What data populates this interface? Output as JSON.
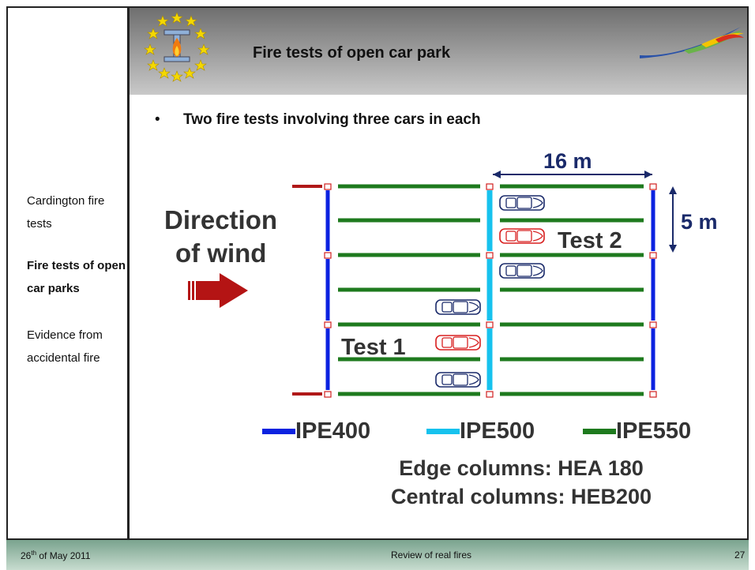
{
  "header": {
    "title": "Fire tests of open car park"
  },
  "sidebar": {
    "items": [
      {
        "label_1": "Cardington fire",
        "label_2": "tests"
      },
      {
        "label_1": "Fire tests of open",
        "label_2": "car parks"
      },
      {
        "label_1": "Evidence from",
        "label_2": "accidental fire"
      }
    ]
  },
  "content": {
    "bullet": "Two fire tests involving three cars in each",
    "wind_1": "Direction",
    "wind_2": "of wind",
    "dim_width": "16 m",
    "dim_height": "5 m",
    "test1": "Test 1",
    "test2": "Test 2"
  },
  "legend": [
    {
      "label": "IPE400",
      "color": "#0b22e0"
    },
    {
      "label": "IPE500",
      "color": "#16c2ee"
    },
    {
      "label": "IPE550",
      "color": "#1e7a1e"
    }
  ],
  "columns": {
    "edge": "Edge columns: HEA 180",
    "central": "Central columns: HEB200"
  },
  "footer": {
    "date_day": "26",
    "date_sup": "th",
    "date_rest": " of May 2011",
    "center": "Review of real fires",
    "page": "27"
  },
  "icons": {
    "logo": "steel-fire-logo",
    "flag": "eu-flag-logo",
    "wind": "wind-arrow-icon"
  }
}
